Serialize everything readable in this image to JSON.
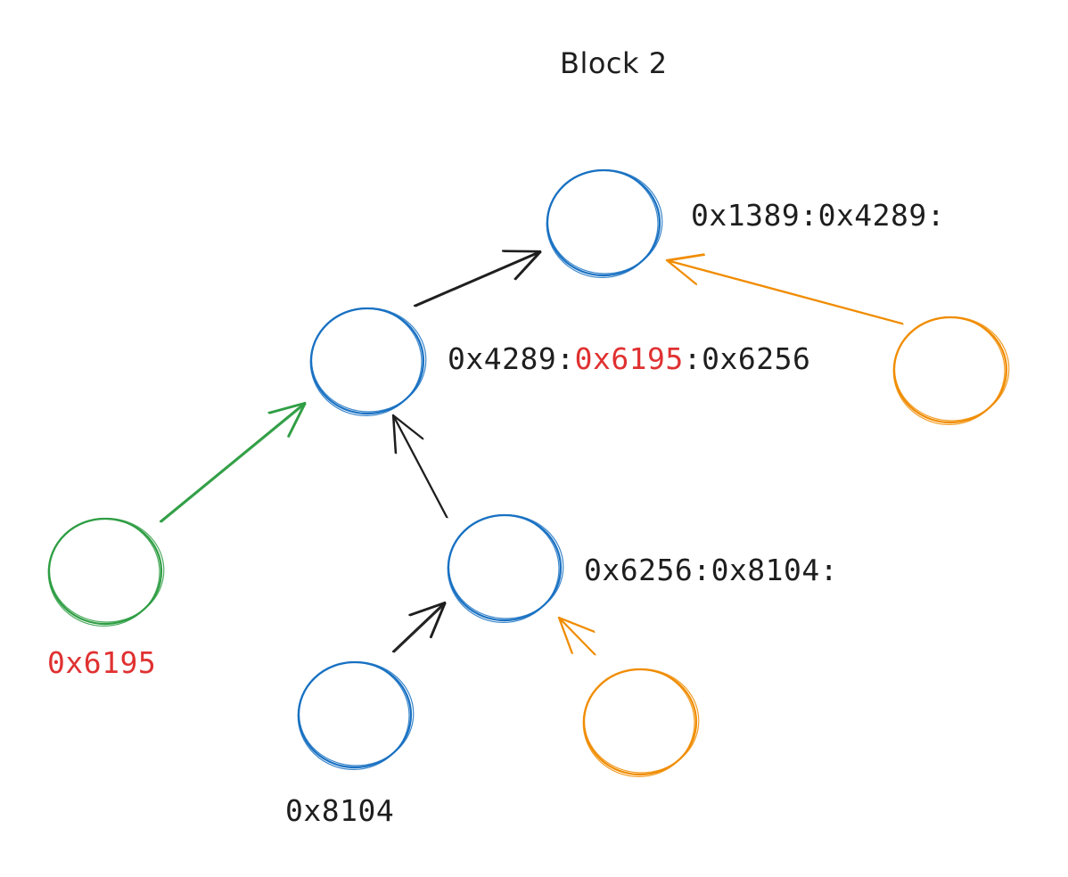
{
  "title": "Block 2",
  "colors": {
    "blue": "#1971c2",
    "green": "#2f9e44",
    "orange": "#f08c00",
    "black": "#1e1e1e",
    "red": "#e03131"
  },
  "labels": {
    "root": "0x1389:0x4289:",
    "mid_a": "0x4289:",
    "mid_highlight": "0x6195",
    "mid_b": ":0x6256",
    "lower": "0x6256:0x8104:",
    "green_leaf": "0x6195",
    "blue_leaf": "0x8104"
  },
  "nodes": [
    {
      "id": "root",
      "color": "blue"
    },
    {
      "id": "mid",
      "color": "blue"
    },
    {
      "id": "lower",
      "color": "blue"
    },
    {
      "id": "leaf-8104",
      "color": "blue"
    },
    {
      "id": "leaf-6195",
      "color": "green"
    },
    {
      "id": "orange-right",
      "color": "orange"
    },
    {
      "id": "orange-bottom",
      "color": "orange"
    }
  ],
  "edges": [
    {
      "from": "mid",
      "to": "root",
      "color": "black"
    },
    {
      "from": "orange-right",
      "to": "root",
      "color": "orange"
    },
    {
      "from": "leaf-6195",
      "to": "mid",
      "color": "green"
    },
    {
      "from": "lower",
      "to": "mid",
      "color": "black"
    },
    {
      "from": "leaf-8104",
      "to": "lower",
      "color": "black"
    },
    {
      "from": "orange-bottom",
      "to": "lower",
      "color": "orange"
    }
  ]
}
